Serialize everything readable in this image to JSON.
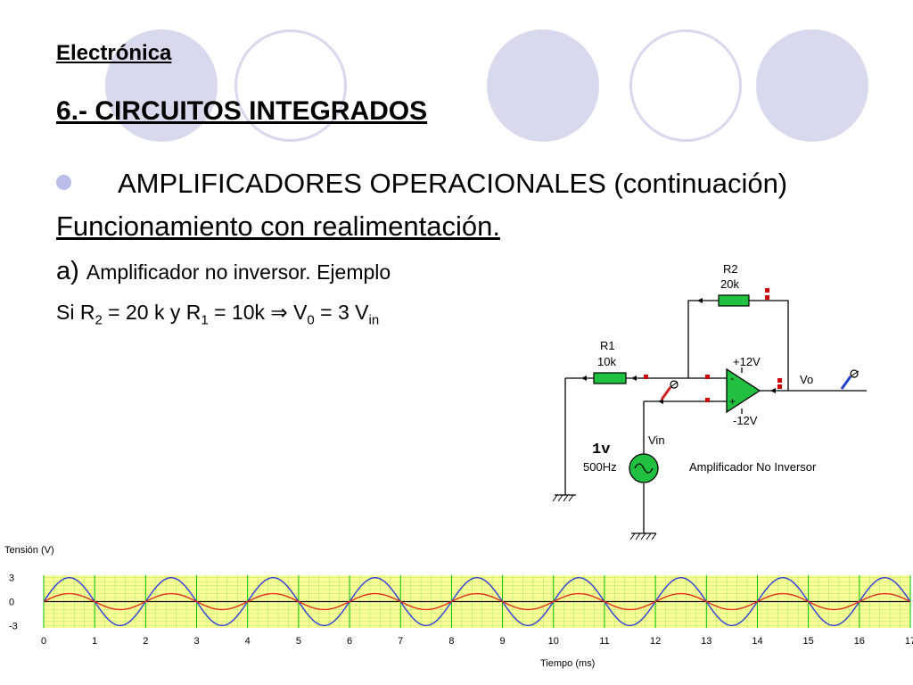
{
  "slide": {
    "subject": "Electrónica",
    "title": "6.- CIRCUITOS INTEGRADOS",
    "bullet": "AMPLIFICADORES OPERACIONALES (continuación)",
    "section": "Funcionamiento con realimentación.",
    "case_prefix": "a)",
    "case_text": "Amplificador no inversor. Ejemplo",
    "formula": {
      "si": "Si R",
      "r2_sub": "2",
      "mid1": " = 20 k y R",
      "r1_sub": "1",
      "mid2": " = 10k ⇒ V",
      "v0_sub": "0",
      "mid3": " = 3 V",
      "vin_sub": "in"
    }
  },
  "circuit": {
    "r2_name": "R2",
    "r2_value": "20k",
    "r1_name": "R1",
    "r1_value": "10k",
    "vpos": "+12V",
    "vneg": "-12V",
    "vo_label": "Vo",
    "vin_label": "Vin",
    "source_amp": "1v",
    "source_freq": "500Hz",
    "caption": "Amplificador No  Inversor"
  },
  "chart_data": {
    "type": "line",
    "ylabel": "Tensión (V)",
    "xlabel": "Tiempo (ms)",
    "y_ticks": [
      "3",
      "0",
      "-3"
    ],
    "ylim": [
      -3.3,
      3.3
    ],
    "xlim": [
      0,
      17
    ],
    "x_ticks": [
      "0",
      "1",
      "2",
      "3",
      "4",
      "5",
      "6",
      "7",
      "8",
      "9",
      "10",
      "11",
      "12",
      "13",
      "14",
      "15",
      "16",
      "17"
    ],
    "grid": true,
    "frequency_hz": 500,
    "series": [
      {
        "color": "#2a3fd6",
        "amplitude": 3
      },
      {
        "color": "#e0301a",
        "amplitude": 1
      }
    ],
    "background": "#ffff99",
    "grid_color": "#00c000"
  }
}
